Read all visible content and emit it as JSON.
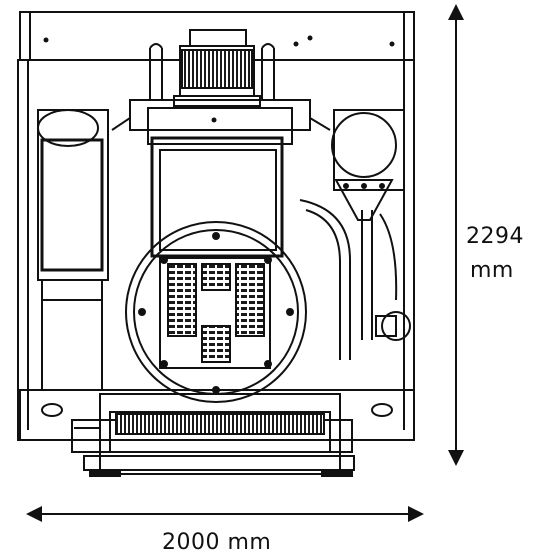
{
  "dimensions": {
    "height_value": "2294",
    "height_unit": "mm",
    "width_label": "2000 mm"
  },
  "colors": {
    "line": "#111111",
    "fill_dark": "#1a1a1a",
    "background": "#ffffff"
  }
}
